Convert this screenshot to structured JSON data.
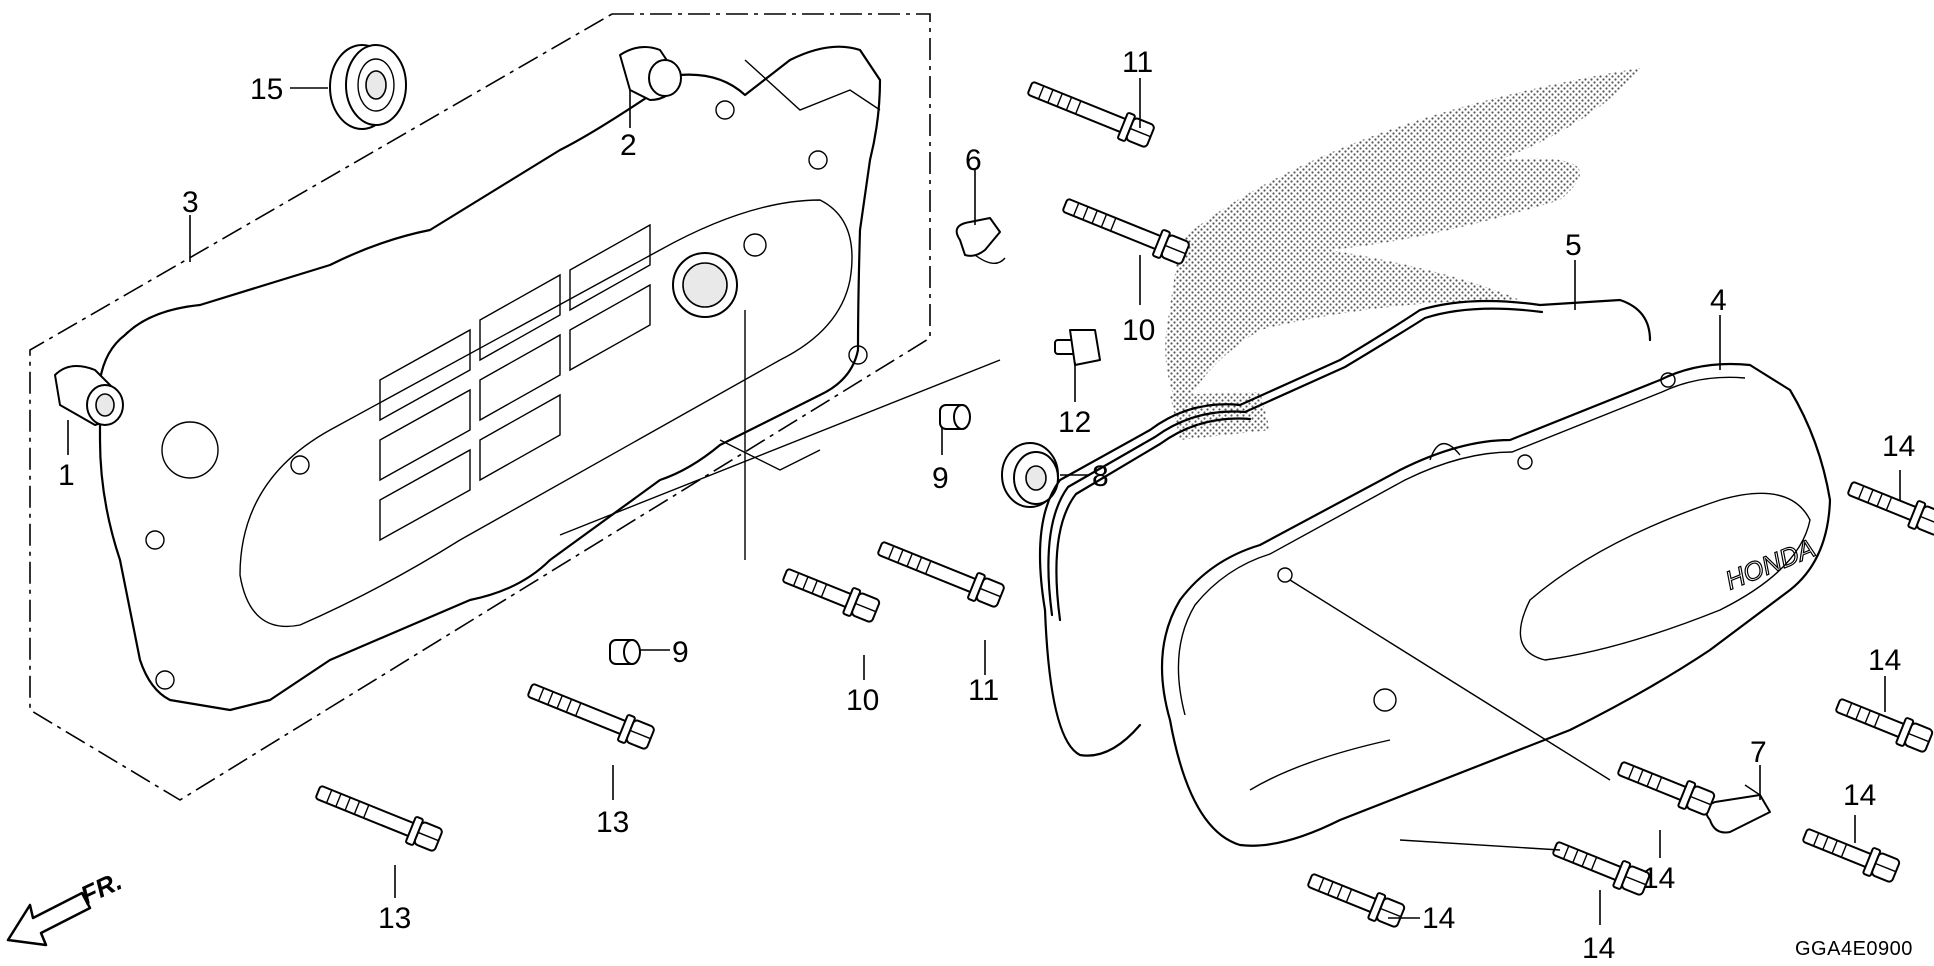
{
  "diagram": {
    "catalog_code": "GGA4E0900",
    "direction_marker": "FR.",
    "brand_on_cover": "HONDA",
    "callouts": [
      {
        "id": "c15",
        "text": "15"
      },
      {
        "id": "c2",
        "text": "2"
      },
      {
        "id": "c3",
        "text": "3"
      },
      {
        "id": "c1",
        "text": "1"
      },
      {
        "id": "c11a",
        "text": "11"
      },
      {
        "id": "c6",
        "text": "6"
      },
      {
        "id": "c10a",
        "text": "10"
      },
      {
        "id": "c12",
        "text": "12"
      },
      {
        "id": "c9a",
        "text": "9"
      },
      {
        "id": "c8",
        "text": "8"
      },
      {
        "id": "c9b",
        "text": "9"
      },
      {
        "id": "c10b",
        "text": "10"
      },
      {
        "id": "c11b",
        "text": "11"
      },
      {
        "id": "c13a",
        "text": "13"
      },
      {
        "id": "c13b",
        "text": "13"
      },
      {
        "id": "c5",
        "text": "5"
      },
      {
        "id": "c4",
        "text": "4"
      },
      {
        "id": "c14a",
        "text": "14"
      },
      {
        "id": "c14b",
        "text": "14"
      },
      {
        "id": "c14c",
        "text": "14"
      },
      {
        "id": "c7",
        "text": "7"
      },
      {
        "id": "c14d",
        "text": "14"
      },
      {
        "id": "c14e",
        "text": "14"
      },
      {
        "id": "c14f",
        "text": "14"
      }
    ]
  }
}
